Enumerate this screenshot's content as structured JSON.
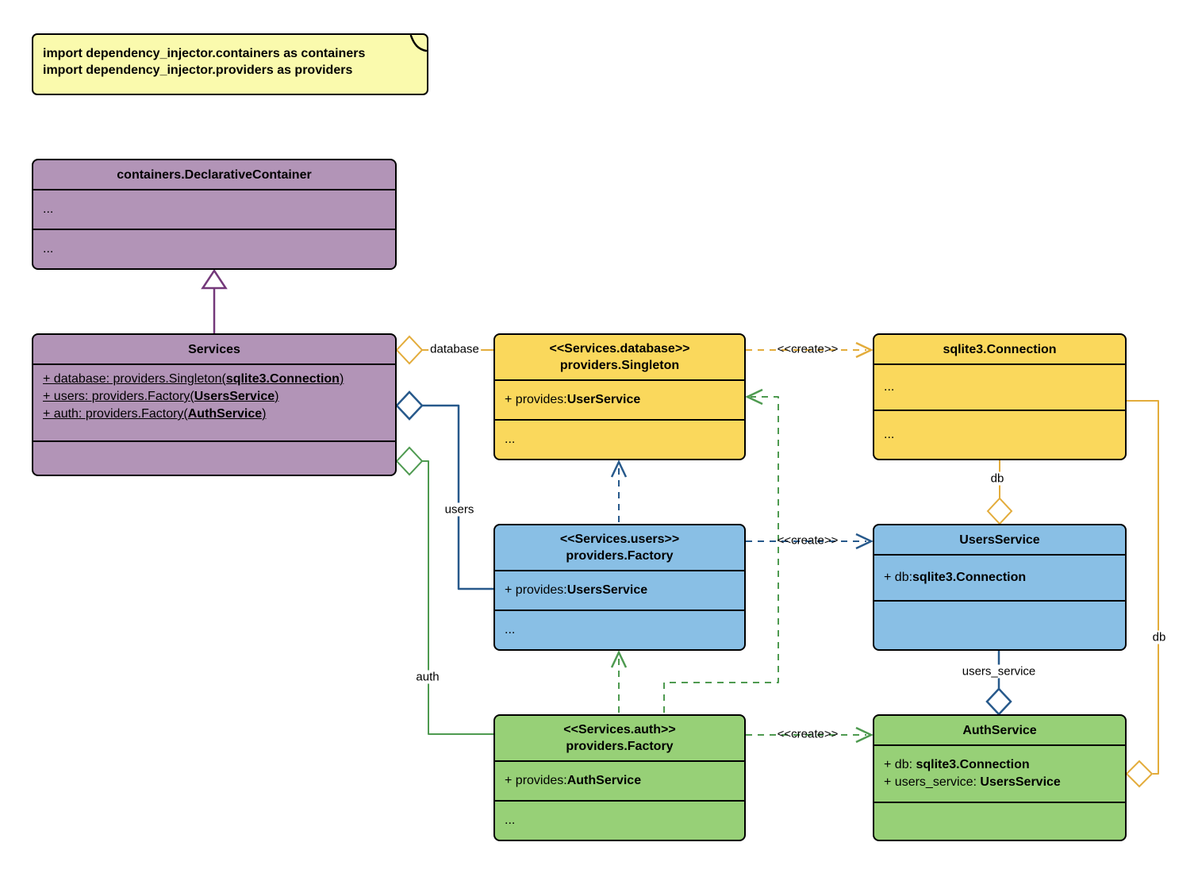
{
  "note": {
    "line1": "import dependency_injector.containers as containers",
    "line2": "import dependency_injector.providers as providers"
  },
  "classes": {
    "declarative_container": {
      "title": "containers.DeclarativeContainer",
      "fields_placeholder": "...",
      "methods_placeholder": "..."
    },
    "services": {
      "title": "Services",
      "attr_database": {
        "prefix": "+ database: providers.Singleton(",
        "type": "sqlite3.Connection",
        "suffix": ")"
      },
      "attr_users": {
        "prefix": "+ users: providers.Factory(",
        "type": "UsersService",
        "suffix": ")"
      },
      "attr_auth": {
        "prefix": "+ auth: providers.Factory(",
        "type": "AuthService",
        "suffix": ")"
      }
    },
    "database_singleton": {
      "stereotype": "<<Services.database>>",
      "title": "providers.Singleton",
      "provides": {
        "prefix": "+ provides: ",
        "type": "UserService"
      },
      "more": "..."
    },
    "sqlite_connection": {
      "title": "sqlite3.Connection",
      "fields_placeholder": "...",
      "methods_placeholder": "..."
    },
    "users_factory": {
      "stereotype": "<<Services.users>>",
      "title": "providers.Factory",
      "provides": {
        "prefix": "+ provides: ",
        "type": "UsersService"
      },
      "more": "..."
    },
    "users_service": {
      "title": "UsersService",
      "attr_db": {
        "prefix": "+ db: ",
        "type": "sqlite3.Connection"
      }
    },
    "auth_factory": {
      "stereotype": "<<Services.auth>>",
      "title": "providers.Factory",
      "provides": {
        "prefix": "+ provides: ",
        "type": "AuthService"
      },
      "more": "..."
    },
    "auth_service": {
      "title": "AuthService",
      "attr_db": {
        "prefix": "+ db: ",
        "type": "sqlite3.Connection"
      },
      "attr_users_service": {
        "prefix": "+ users_service: ",
        "type": "UsersService"
      }
    }
  },
  "edge_labels": {
    "database": "database",
    "users": "users",
    "auth": "auth",
    "create": "<<create>>",
    "db": "db",
    "users_service": "users_service"
  },
  "colors": {
    "purple_fill": "#B294B7",
    "purple_line": "#74397A",
    "yellow_fill": "#FAD85C",
    "yellow_line": "#E3AC3B",
    "blue_fill": "#89BFE5",
    "blue_line": "#27598B",
    "green_fill": "#97D077",
    "green_line": "#4E9A50",
    "note_fill": "#FAFAAD",
    "box_border": "#000000"
  }
}
